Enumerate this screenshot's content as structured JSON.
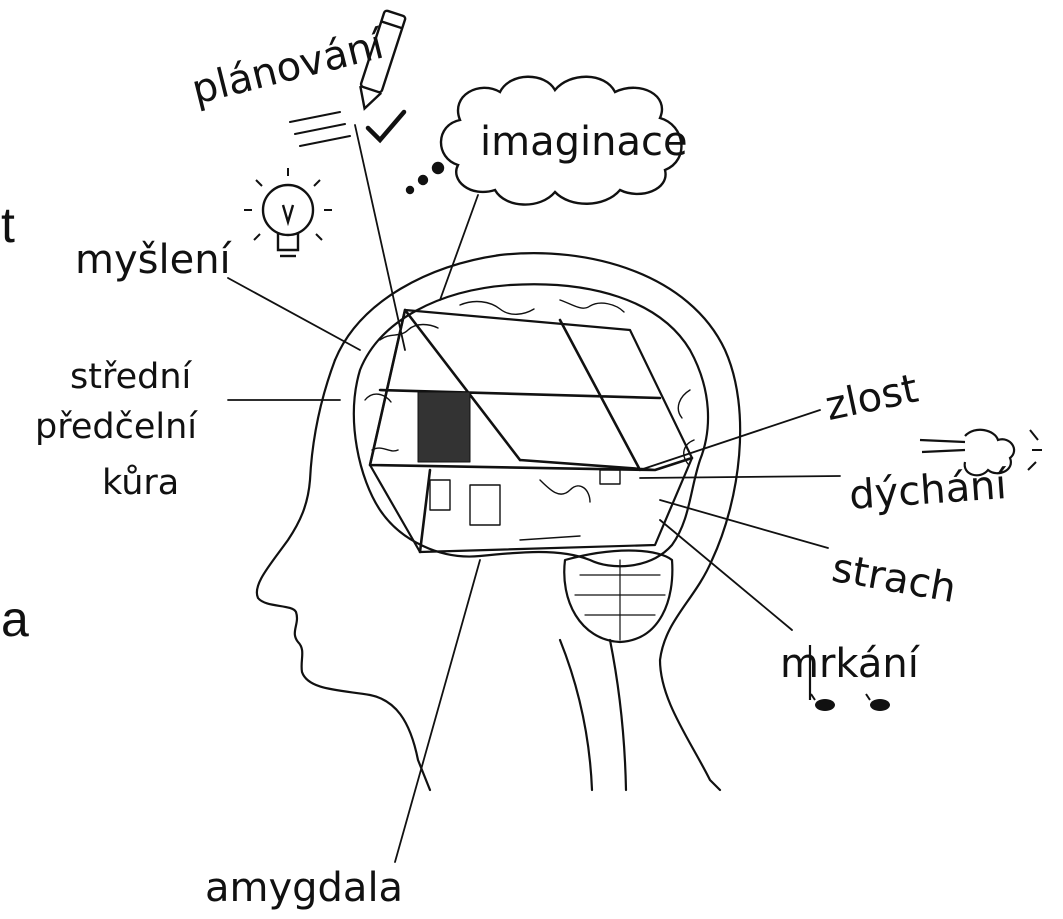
{
  "colors": {
    "ink": "#111111",
    "background": "#ffffff"
  },
  "edge_fragments": {
    "top": "t",
    "bottom": "a"
  },
  "labels": {
    "planovani": "plánování",
    "imaginace": "imaginace",
    "mysleni": "myšlení",
    "stredni": "střední",
    "predcelni": "předčelní",
    "kura": "kůra",
    "zlost": "zlost",
    "dychani": "dýchání",
    "strach": "strach",
    "mrkani": "mrkání",
    "amygdala": "amygdala"
  },
  "icons": [
    "pencil-icon",
    "checkmark-icon",
    "lightbulb-icon",
    "thought-cloud-icon",
    "breath-puff-icon",
    "blink-eyes-icon"
  ]
}
